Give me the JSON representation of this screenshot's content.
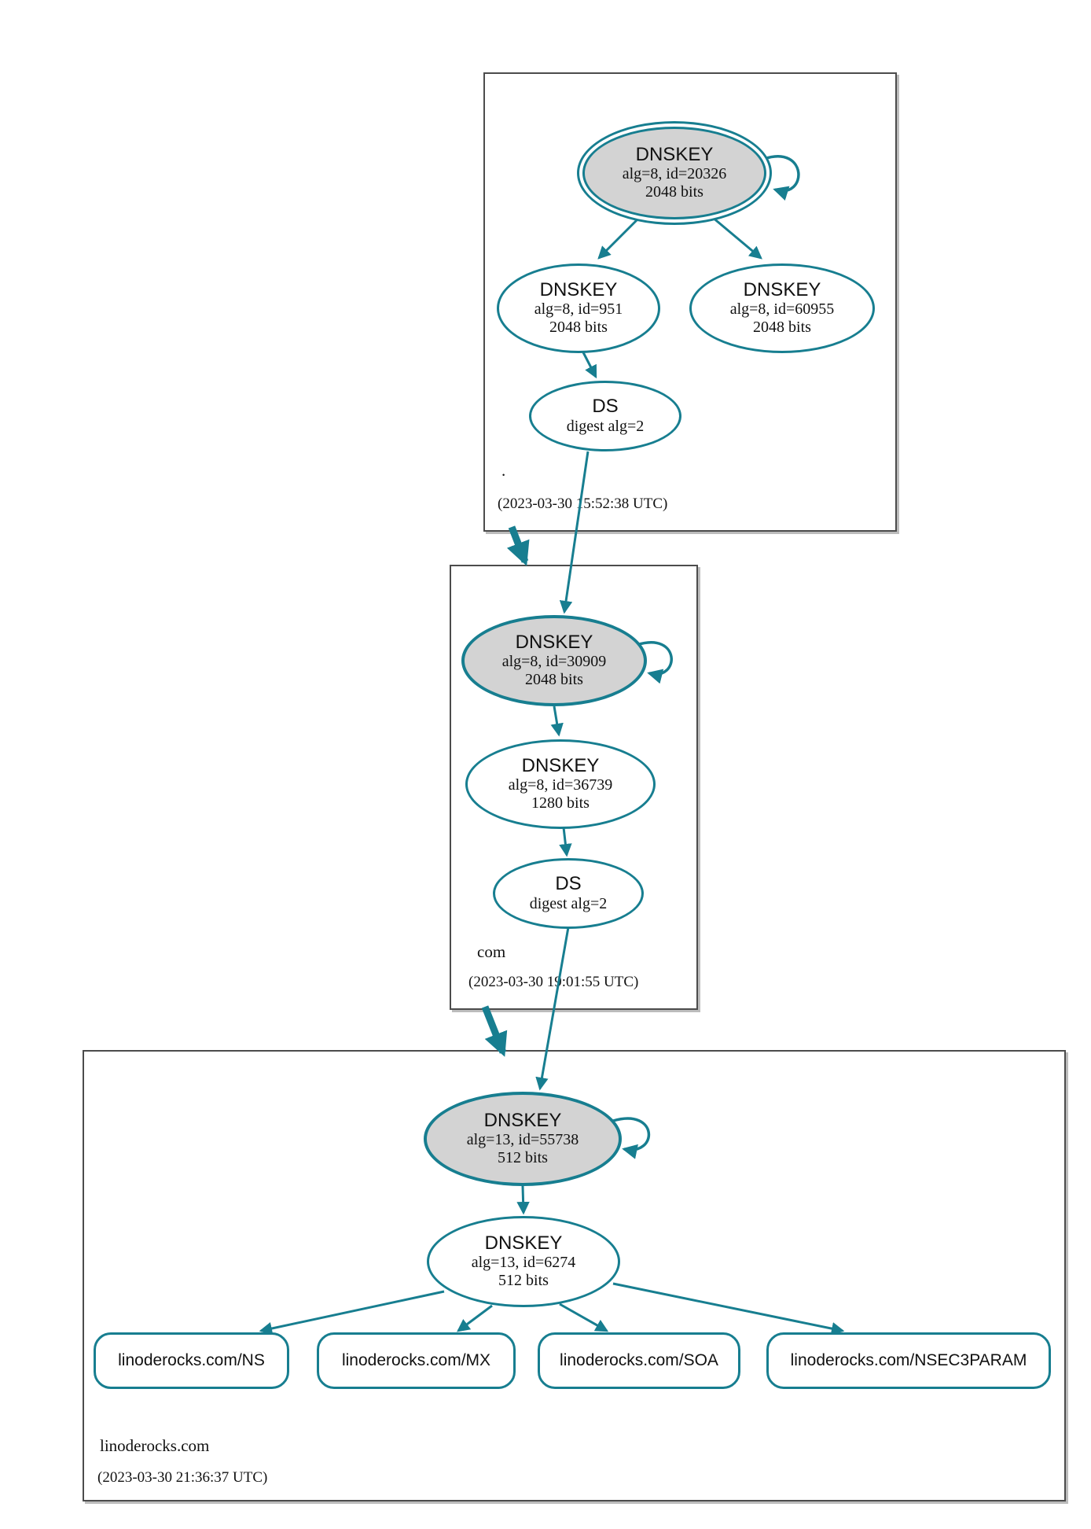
{
  "diagram": {
    "type": "dnssec-authentication-chain",
    "colors": {
      "edge_teal": "#177e90",
      "ksk_fill": "#d3d3d3",
      "zone_border": "#4c4c4c"
    },
    "zones": [
      {
        "name": ".",
        "timestamp": "(2023-03-30 15:52:38 UTC)",
        "nodes": {
          "ksk": {
            "title": "DNSKEY",
            "detail": "alg=8, id=20326",
            "bits": "2048 bits"
          },
          "zsk": {
            "title": "DNSKEY",
            "detail": "alg=8, id=951",
            "bits": "2048 bits"
          },
          "key2": {
            "title": "DNSKEY",
            "detail": "alg=8, id=60955",
            "bits": "2048 bits"
          },
          "ds": {
            "title": "DS",
            "detail": "digest alg=2"
          }
        }
      },
      {
        "name": "com",
        "timestamp": "(2023-03-30 19:01:55 UTC)",
        "nodes": {
          "ksk": {
            "title": "DNSKEY",
            "detail": "alg=8, id=30909",
            "bits": "2048 bits"
          },
          "zsk": {
            "title": "DNSKEY",
            "detail": "alg=8, id=36739",
            "bits": "1280 bits"
          },
          "ds": {
            "title": "DS",
            "detail": "digest alg=2"
          }
        }
      },
      {
        "name": "linoderocks.com",
        "timestamp": "(2023-03-30 21:36:37 UTC)",
        "nodes": {
          "ksk": {
            "title": "DNSKEY",
            "detail": "alg=13, id=55738",
            "bits": "512 bits"
          },
          "zsk": {
            "title": "DNSKEY",
            "detail": "alg=13, id=6274",
            "bits": "512 bits"
          }
        },
        "rrsets": [
          {
            "label": "linoderocks.com/NS"
          },
          {
            "label": "linoderocks.com/MX"
          },
          {
            "label": "linoderocks.com/SOA"
          },
          {
            "label": "linoderocks.com/NSEC3PARAM"
          }
        ]
      }
    ]
  }
}
